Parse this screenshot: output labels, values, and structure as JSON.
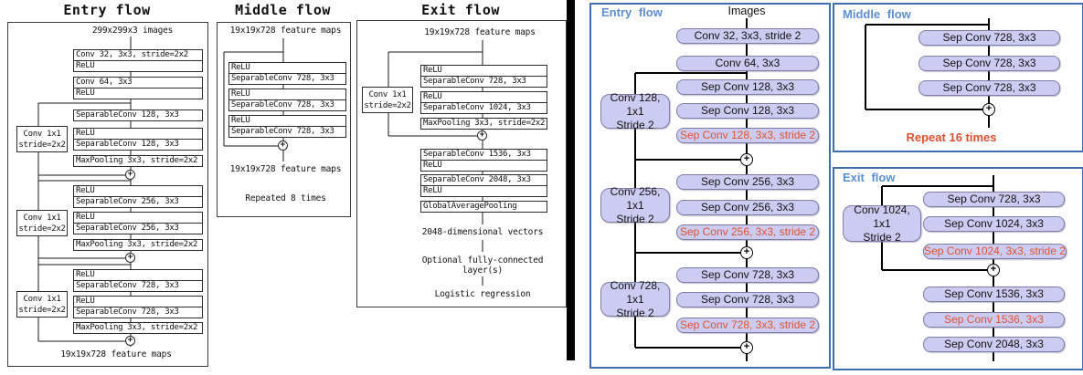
{
  "colors": {
    "accent_red": "#e1502e",
    "box_fill": "#ccccf2",
    "panel_border": "#3f6fae",
    "title_blue": "#5b8fd0",
    "divider": "#000000"
  },
  "icons": {
    "plus": "+"
  },
  "left": {
    "entry": {
      "title": "Entry flow",
      "input_label": "299x299x3 images",
      "groups": [
        {
          "rows": [
            "Conv 32, 3x3, stride=2x2",
            "ReLU"
          ]
        },
        {
          "rows": [
            "Conv 64, 3x3",
            "ReLU"
          ]
        },
        {
          "rows": [
            "SeparableConv 128, 3x3"
          ]
        },
        {
          "rows": [
            "ReLU",
            "SeparableConv 128, 3x3"
          ]
        },
        {
          "rows": [
            "MaxPooling 3x3, stride=2x2"
          ]
        },
        {
          "rows": [
            "ReLU",
            "SeparableConv 256, 3x3"
          ]
        },
        {
          "rows": [
            "ReLU",
            "SeparableConv 256, 3x3"
          ]
        },
        {
          "rows": [
            "MaxPooling 3x3, stride=2x2"
          ]
        },
        {
          "rows": [
            "ReLU",
            "SeparableConv 728, 3x3"
          ]
        },
        {
          "rows": [
            "ReLU",
            "SeparableConv 728, 3x3"
          ]
        },
        {
          "rows": [
            "MaxPooling 3x3, stride=2x2"
          ]
        }
      ],
      "skips": [
        "Conv 1x1\nstride=2x2",
        "Conv 1x1\nstride=2x2",
        "Conv 1x1\nstride=2x2"
      ],
      "output_label": "19x19x728 feature maps"
    },
    "middle": {
      "title": "Middle flow",
      "input_label": "19x19x728 feature maps",
      "groups": [
        {
          "rows": [
            "ReLU",
            "SeparableConv 728, 3x3"
          ]
        },
        {
          "rows": [
            "ReLU",
            "SeparableConv 728, 3x3"
          ]
        },
        {
          "rows": [
            "ReLU",
            "SeparableConv 728, 3x3"
          ]
        }
      ],
      "output_label": "19x19x728 feature maps",
      "note": "Repeated 8 times"
    },
    "exit": {
      "title": "Exit flow",
      "input_label": "19x19x728 feature maps",
      "groups": [
        {
          "rows": [
            "ReLU",
            "SeparableConv 728, 3x3"
          ]
        },
        {
          "rows": [
            "ReLU",
            "SeparableConv 1024, 3x3"
          ]
        },
        {
          "rows": [
            "MaxPooling 3x3, stride=2x2"
          ]
        },
        {
          "rows": [
            "SeparableConv 1536, 3x3",
            "ReLU"
          ]
        },
        {
          "rows": [
            "SeparableConv 2048, 3x3",
            "ReLU"
          ]
        },
        {
          "rows": [
            "GlobalAveragePooling"
          ]
        }
      ],
      "skip": "Conv 1x1\nstride=2x2",
      "vectors_label": "2048-dimensional vectors",
      "fc_label": "Optional fully-connected\nlayer(s)",
      "classifier_label": "Logistic regression"
    }
  },
  "right": {
    "entry": {
      "title": "Entry flow",
      "input_label": "Images",
      "boxes": [
        {
          "label": "Conv 32, 3x3, stride 2"
        },
        {
          "label": "Conv 64, 3x3"
        },
        {
          "label": "Sep Conv 128, 3x3"
        },
        {
          "label": "Sep Conv 128, 3x3"
        },
        {
          "label": "Sep Conv 128, 3x3, stride 2"
        },
        {
          "label": "Sep Conv 256, 3x3"
        },
        {
          "label": "Sep Conv 256, 3x3"
        },
        {
          "label": "Sep Conv 256, 3x3, stride 2"
        },
        {
          "label": "Sep Conv 728, 3x3"
        },
        {
          "label": "Sep Conv 728, 3x3"
        },
        {
          "label": "Sep Conv 728, 3x3, stride 2"
        }
      ],
      "skips": [
        "Conv 128, 1x1\nStride 2",
        "Conv 256, 1x1\nStride 2",
        "Conv 728, 1x1\nStride 2"
      ]
    },
    "middle": {
      "title": "Middle flow",
      "boxes": [
        {
          "label": "Sep Conv 728, 3x3"
        },
        {
          "label": "Sep Conv 728, 3x3"
        },
        {
          "label": "Sep Conv 728, 3x3"
        }
      ],
      "note": "Repeat 16 times"
    },
    "exit": {
      "title": "Exit flow",
      "boxes": [
        {
          "label": "Sep Conv 728, 3x3"
        },
        {
          "label": "Sep Conv 1024, 3x3"
        },
        {
          "label": "Sep Conv 1024, 3x3, stride 2"
        },
        {
          "label": "Sep Conv 1536, 3x3"
        },
        {
          "label": "Sep Conv 1536, 3x3"
        },
        {
          "label": "Sep Conv 2048, 3x3"
        }
      ],
      "skip": "Conv 1024, 1x1\nStride 2"
    }
  }
}
